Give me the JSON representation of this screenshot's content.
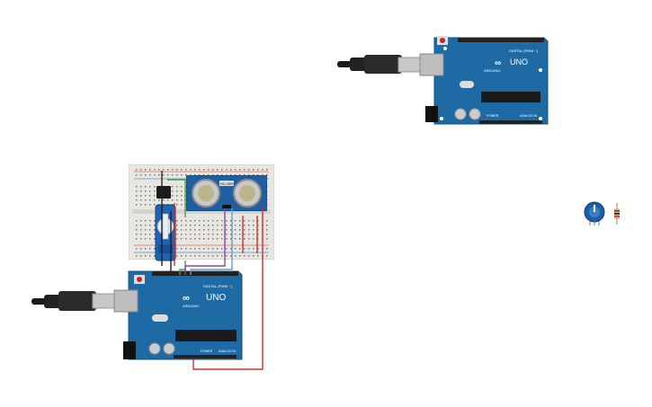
{
  "canvas": {
    "arduino_top": {
      "logo_text": "ARDUINO",
      "model": "UNO",
      "digital_label": "DIGITAL (PWM ~)",
      "power_label": "POWER",
      "analog_label": "ANALOG IN"
    },
    "arduino_bottom": {
      "logo_text": "ARDUINO",
      "model": "UNO",
      "digital_label": "DIGITAL (PWM ~)",
      "power_label": "POWER",
      "analog_label": "ANALOG IN"
    },
    "sensor": {
      "label": "HC-SR04"
    },
    "colors": {
      "board_blue": "#1d6aa5",
      "board_dark": "#14507f",
      "wire_red": "#d32f2f",
      "wire_green": "#43a047",
      "wire_purple": "#8e44ad",
      "wire_blue": "#5aa0e0",
      "wire_black": "#222222",
      "breadboard": "#e8e6e1"
    }
  }
}
